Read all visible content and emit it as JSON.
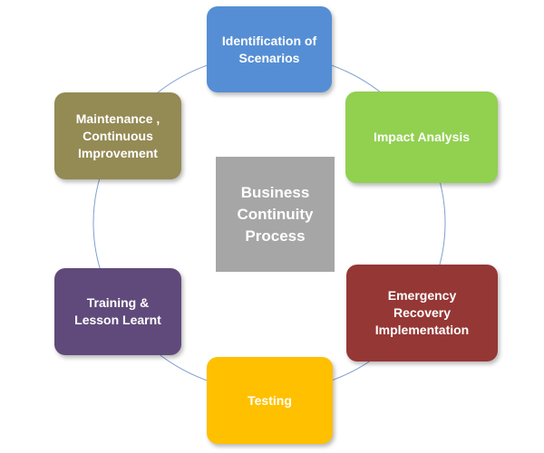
{
  "diagram": {
    "center": {
      "label": "Business\nContinuity\nProcess",
      "color": "#a6a6a6"
    },
    "nodes": [
      {
        "id": "identify",
        "label": "Identification of\nScenarios",
        "color": "#558ed5"
      },
      {
        "id": "impact",
        "label": "Impact Analysis",
        "color": "#92d050"
      },
      {
        "id": "emergency",
        "label": "Emergency\nRecovery\nImplementation",
        "color": "#953735"
      },
      {
        "id": "testing",
        "label": "Testing",
        "color": "#ffc000"
      },
      {
        "id": "training",
        "label": "Training &\nLesson Learnt",
        "color": "#604a7b"
      },
      {
        "id": "maint",
        "label": "Maintenance ,\nContinuous\nImprovement",
        "color": "#948a54"
      }
    ],
    "connector_color": "#7f9fcf"
  }
}
